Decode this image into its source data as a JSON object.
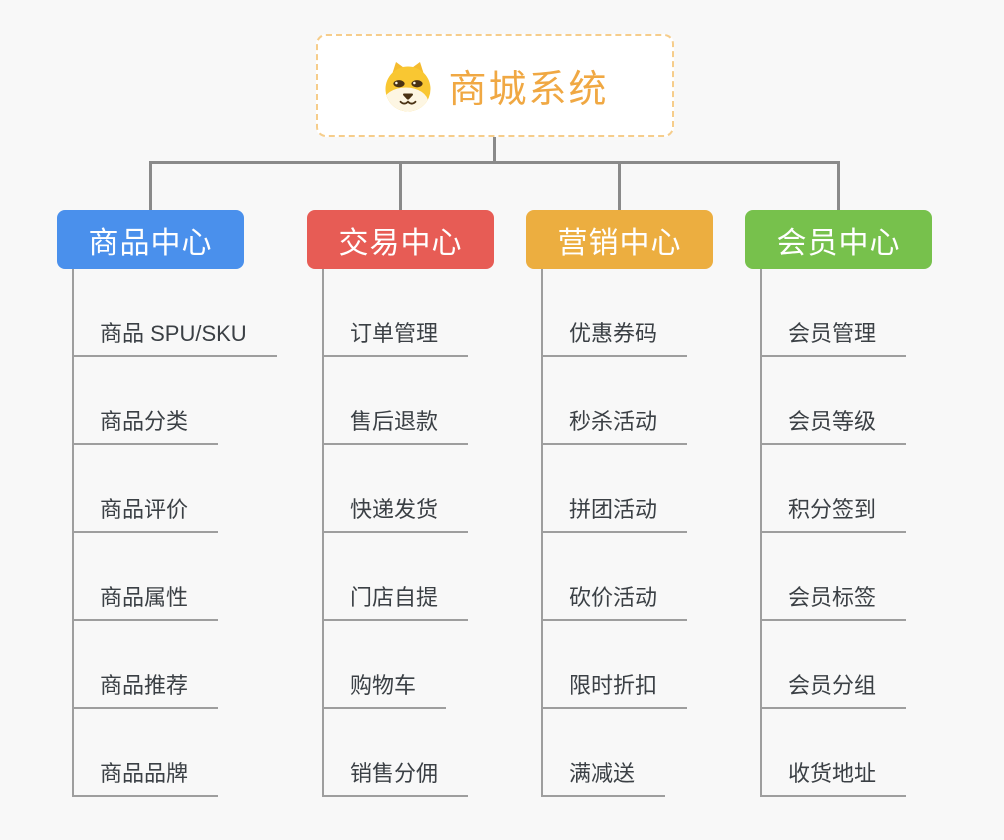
{
  "app": {
    "background_color": "#f8f8f8",
    "connector_color": "#8a8a8a",
    "leaf_line_color": "#9e9e9e"
  },
  "root": {
    "title": "商城系统",
    "text_color": "#f0a843",
    "border_color": "#f6cd8b",
    "icon": "dog-face-icon"
  },
  "branches": [
    {
      "label": "商品中心",
      "color": "#4a90ec",
      "children": [
        "商品 SPU/SKU",
        "商品分类",
        "商品评价",
        "商品属性",
        "商品推荐",
        "商品品牌"
      ]
    },
    {
      "label": "交易中心",
      "color": "#e75c55",
      "children": [
        "订单管理",
        "售后退款",
        "快递发货",
        "门店自提",
        "购物车",
        "销售分佣"
      ]
    },
    {
      "label": "营销中心",
      "color": "#ecae40",
      "children": [
        "优惠券码",
        "秒杀活动",
        "拼团活动",
        "砍价活动",
        "限时折扣",
        "满减送"
      ]
    },
    {
      "label": "会员中心",
      "color": "#77c14c",
      "children": [
        "会员管理",
        "会员等级",
        "积分签到",
        "会员标签",
        "会员分组",
        "收货地址"
      ]
    }
  ]
}
